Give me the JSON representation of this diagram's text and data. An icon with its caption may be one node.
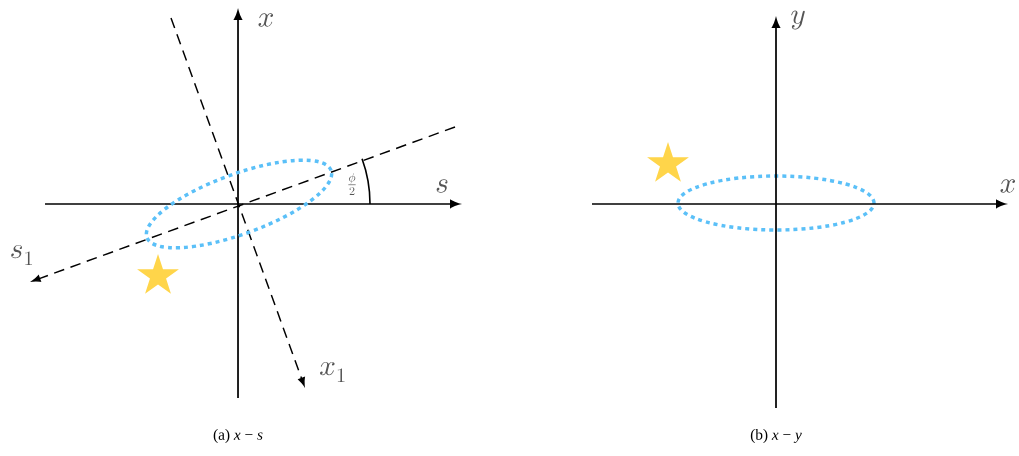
{
  "diagram": {
    "nodes": [
      {
        "text": [],
        "shape": "ellipse"
      },
      {
        "text": [],
        "shape": "ellipse"
      }
    ],
    "labels": [
      "x",
      "s",
      "s_1",
      "x_1",
      "\\frac{\\phi}{2}",
      "(a) *x* − *s*",
      "y",
      "x",
      "(b) *x* − *y*"
    ]
  }
}
